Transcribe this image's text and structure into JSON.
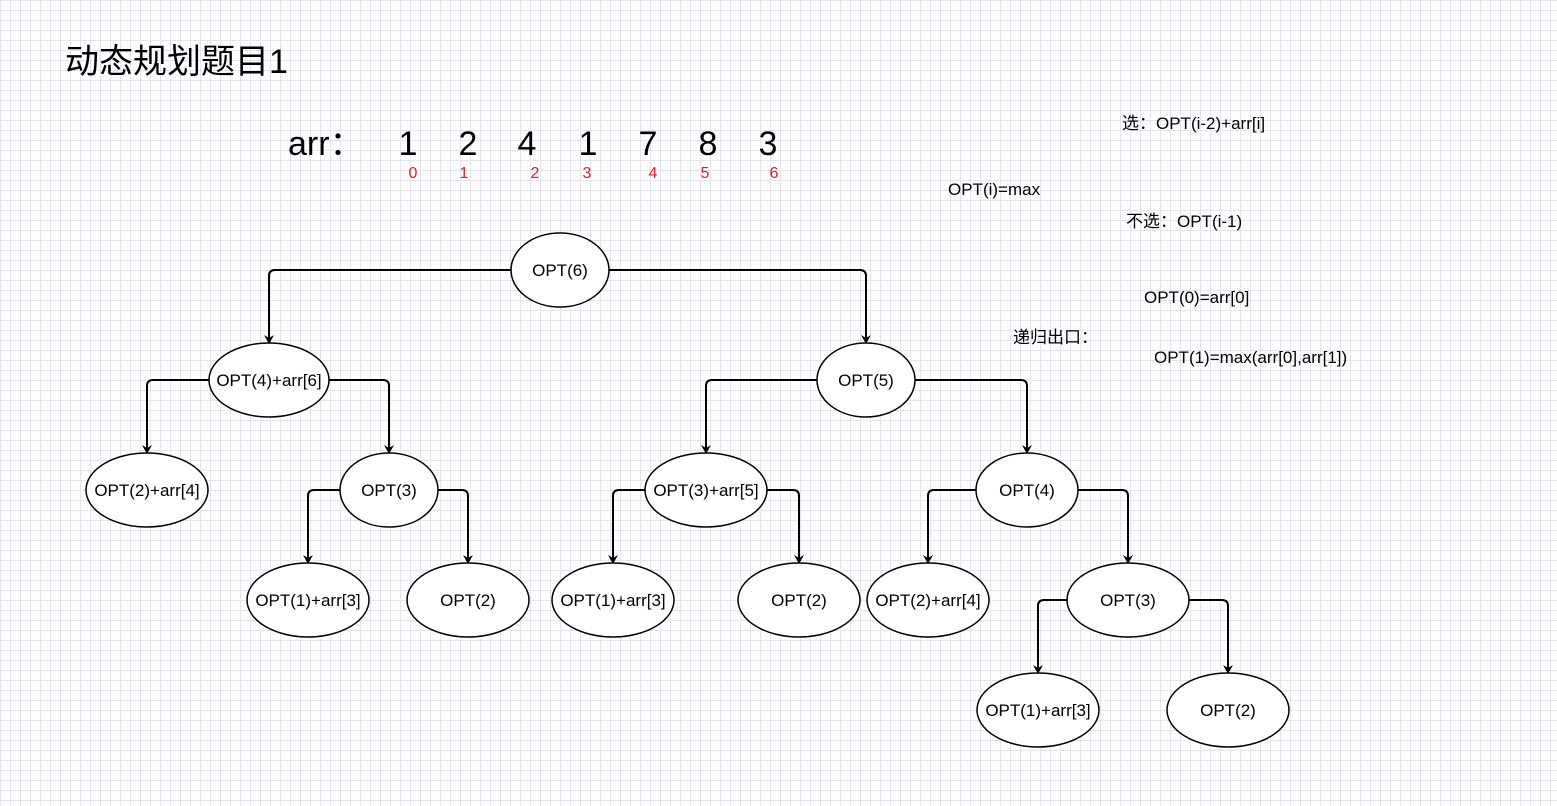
{
  "title": "动态规划题目1",
  "array": {
    "label": "arr：",
    "values": [
      "1",
      "2",
      "4",
      "1",
      "7",
      "8",
      "3"
    ],
    "indices": [
      "0",
      "1",
      "2",
      "3",
      "4",
      "5",
      "6"
    ]
  },
  "notes": {
    "select": "选：OPT(i-2)+arr[i]",
    "opt_max": "OPT(i)=max",
    "not_select": "不选：OPT(i-1)",
    "opt0": "OPT(0)=arr[0]",
    "exit_label": "递归出口：",
    "opt1": "OPT(1)=max(arr[0],arr[1])"
  },
  "tree": {
    "nodes": [
      {
        "id": "n6",
        "label": "OPT(6)"
      },
      {
        "id": "n4a",
        "label": "OPT(4)+arr[6]"
      },
      {
        "id": "n5",
        "label": "OPT(5)"
      },
      {
        "id": "n2a",
        "label": "OPT(2)+arr[4]"
      },
      {
        "id": "n3a",
        "label": "OPT(3)"
      },
      {
        "id": "n3b",
        "label": "OPT(3)+arr[5]"
      },
      {
        "id": "n4b",
        "label": "OPT(4)"
      },
      {
        "id": "n1a",
        "label": "OPT(1)+arr[3]"
      },
      {
        "id": "n2b",
        "label": "OPT(2)"
      },
      {
        "id": "n1b",
        "label": "OPT(1)+arr[3]"
      },
      {
        "id": "n2c",
        "label": "OPT(2)"
      },
      {
        "id": "n2d",
        "label": "OPT(2)+arr[4]"
      },
      {
        "id": "n3c",
        "label": "OPT(3)"
      },
      {
        "id": "n1c",
        "label": "OPT(1)+arr[3]"
      },
      {
        "id": "n2e",
        "label": "OPT(2)"
      }
    ],
    "edges": [
      [
        "n6",
        "n4a"
      ],
      [
        "n6",
        "n5"
      ],
      [
        "n4a",
        "n2a"
      ],
      [
        "n4a",
        "n3a"
      ],
      [
        "n3a",
        "n1a"
      ],
      [
        "n3a",
        "n2b"
      ],
      [
        "n5",
        "n3b"
      ],
      [
        "n5",
        "n4b"
      ],
      [
        "n3b",
        "n1b"
      ],
      [
        "n3b",
        "n2c"
      ],
      [
        "n4b",
        "n2d"
      ],
      [
        "n4b",
        "n3c"
      ],
      [
        "n3c",
        "n1c"
      ],
      [
        "n3c",
        "n2e"
      ]
    ]
  },
  "colors": {
    "index": "#e02020",
    "stroke": "#000000",
    "grid": "#e4e4f0"
  }
}
